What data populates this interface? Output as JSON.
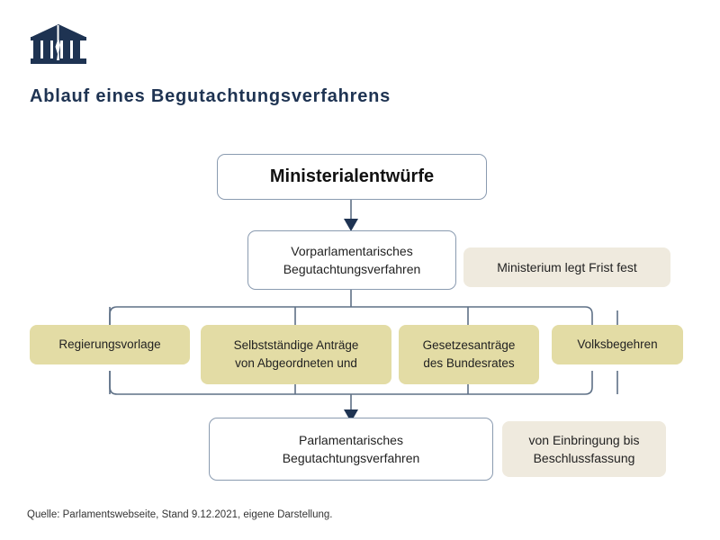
{
  "header": {
    "logo_icon": "parliament-building-icon",
    "title": "Ablauf eines Begutachtungsverfahrens"
  },
  "colors": {
    "navy": "#1e3352",
    "khaki": "#e3dca5",
    "cream": "#efeade",
    "outline_border": "#8a9bb0",
    "connector": "#5e7086",
    "arrow": "#1e3352",
    "text": "#222222",
    "background": "#ffffff"
  },
  "diagram": {
    "top_node": {
      "label": "Ministerialentwürfe"
    },
    "second_node": {
      "line1": "Vorparlamentarisches",
      "line2": "Begutachtungsverfahren"
    },
    "annotation_deadline": {
      "label": "Ministerium legt Frist fest"
    },
    "branches": [
      {
        "line1": "Regierungsvorlage",
        "line2": ""
      },
      {
        "line1": "Selbstständige Anträge",
        "line2": "von Abgeordneten und"
      },
      {
        "line1": "Gesetzesanträge",
        "line2": "des Bundesrates"
      },
      {
        "line1": "Volksbegehren",
        "line2": ""
      }
    ],
    "bottom_node": {
      "line1": "Parlamentarisches",
      "line2": "Begutachtungsverfahren"
    },
    "annotation_duration": {
      "line1": "von Einbringung bis",
      "line2": "Beschlussfassung"
    }
  },
  "footer": {
    "source": "Quelle: Parlamentswebseite, Stand 9.12.2021, eigene Darstellung."
  }
}
